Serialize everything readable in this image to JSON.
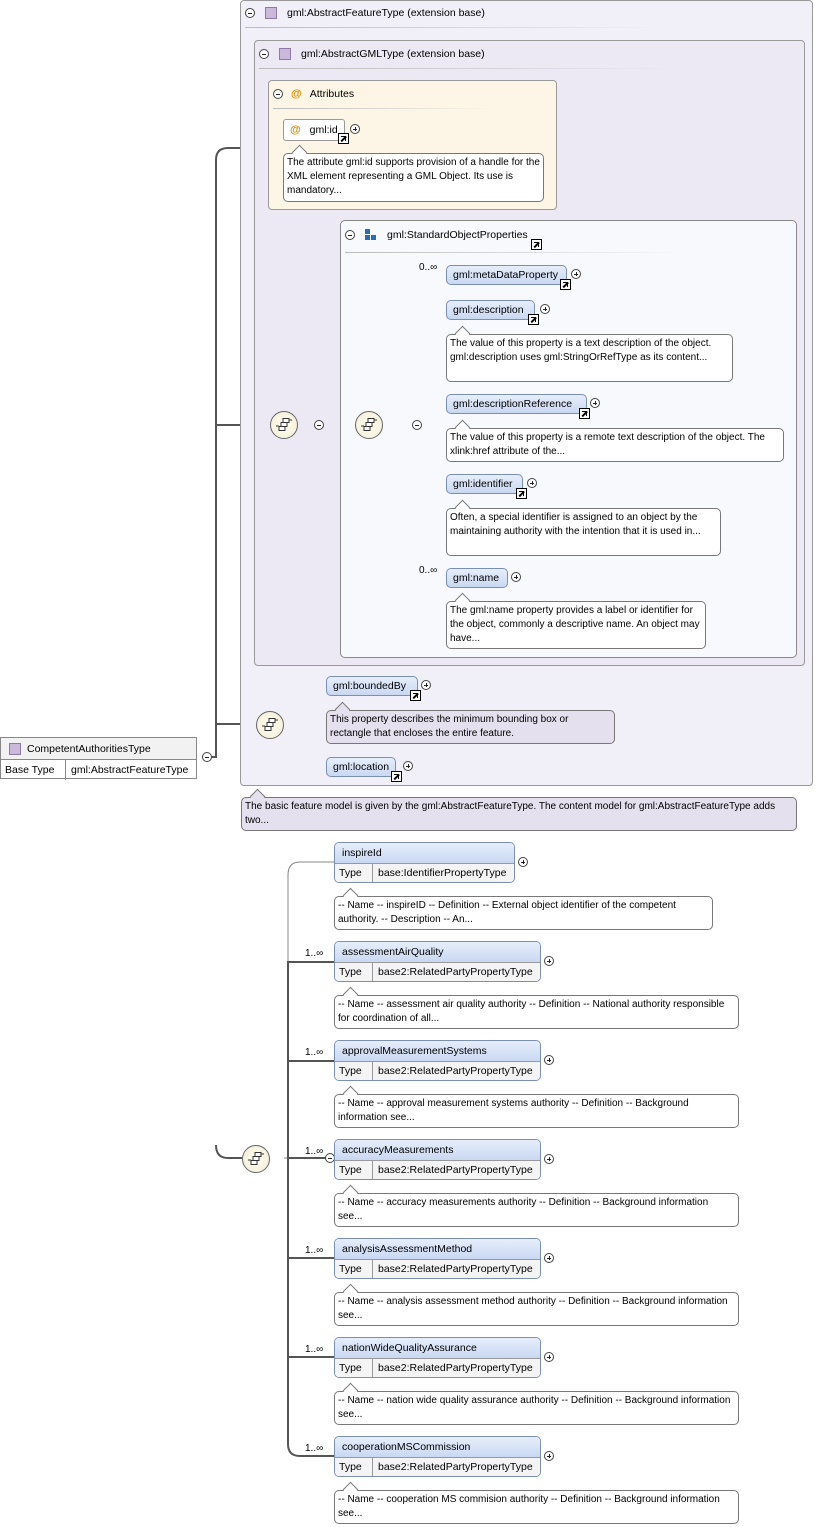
{
  "root": {
    "name": "CompetentAuthoritiesType",
    "base_type_label": "Base Type",
    "base_type_value": "gml:AbstractFeatureType"
  },
  "extension_feature": {
    "label": "gml:AbstractFeatureType (extension base)"
  },
  "extension_gml": {
    "label": "gml:AbstractGMLType (extension base)"
  },
  "attributes": {
    "label": "Attributes",
    "gml_id": {
      "name": "gml:id",
      "doc": "The attribute gml:id supports provision of a handle for the XML element representing a GML Object. Its use is mandatory..."
    }
  },
  "standard_object_properties": {
    "label": "gml:StandardObjectProperties",
    "items": [
      {
        "name": "gml:metaDataProperty",
        "multiplicity": "0..∞",
        "doc": ""
      },
      {
        "name": "gml:description",
        "multiplicity": "",
        "doc": "The value of this property is a text description of the object. gml:description uses gml:StringOrRefType as its content..."
      },
      {
        "name": "gml:descriptionReference",
        "multiplicity": "",
        "doc": "The value of this property is a remote text description of the object. The xlink:href attribute of the..."
      },
      {
        "name": "gml:identifier",
        "multiplicity": "",
        "doc": "Often, a special identifier is assigned to an object by the maintaining authority with the intention that it is used in..."
      },
      {
        "name": "gml:name",
        "multiplicity": "0..∞",
        "doc": "The gml:name property provides a label or identifier for the object, commonly a descriptive name. An object may have..."
      }
    ]
  },
  "feature_elements": {
    "bounded_by": {
      "name": "gml:boundedBy",
      "doc": "This property describes the minimum bounding box or rectangle that encloses the entire feature."
    },
    "location": {
      "name": "gml:location"
    }
  },
  "feature_doc": "The basic feature model is given by the gml:AbstractFeatureType. The content model for gml:AbstractFeatureType adds two...",
  "type_label": "Type",
  "elements": [
    {
      "name": "inspireId",
      "multiplicity": "",
      "type": "base:IdentifierPropertyType",
      "doc": "-- Name -- inspireID -- Definition -- External object identifier of the competent authority. -- Description -- An..."
    },
    {
      "name": "assessmentAirQuality",
      "multiplicity": "1..∞",
      "type": "base2:RelatedPartyPropertyType",
      "doc": "-- Name -- assessment air quality authority -- Definition -- National authority responsible for coordination of all..."
    },
    {
      "name": "approvalMeasurementSystems",
      "multiplicity": "1..∞",
      "type": "base2:RelatedPartyPropertyType",
      "doc": "-- Name -- approval measurement systems authority -- Definition -- Background information see..."
    },
    {
      "name": "accuracyMeasurements",
      "multiplicity": "1..∞",
      "type": "base2:RelatedPartyPropertyType",
      "doc": "-- Name -- accuracy measurements authority -- Definition -- Background information see..."
    },
    {
      "name": "analysisAssessmentMethod",
      "multiplicity": "1..∞",
      "type": "base2:RelatedPartyPropertyType",
      "doc": "-- Name -- analysis assessment method authority -- Definition -- Background information see..."
    },
    {
      "name": "nationWideQualityAssurance",
      "multiplicity": "1..∞",
      "type": "base2:RelatedPartyPropertyType",
      "doc": "-- Name -- nation wide quality assurance authority -- Definition -- Background information see..."
    },
    {
      "name": "cooperationMSCommission",
      "multiplicity": "1..∞",
      "type": "base2:RelatedPartyPropertyType",
      "doc": "-- Name -- cooperation MS commision authority -- Definition -- Background information see..."
    }
  ],
  "colors": {
    "element_fill": "#c9d8f2",
    "extension_fill": "#f1eff8",
    "attributes_fill": "#fdf6e6",
    "line": "#555555"
  },
  "icons": [
    "collapse-icon",
    "expand-icon",
    "sequence-icon",
    "goto-definition-icon",
    "complex-type-icon",
    "attribute-icon",
    "group-icon"
  ]
}
